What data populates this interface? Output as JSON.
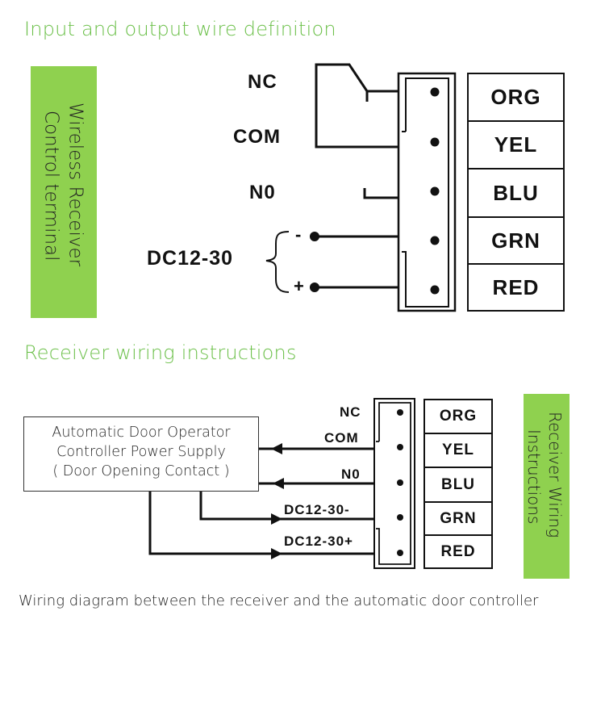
{
  "section1": {
    "heading": "Input and output wire definition",
    "side_label_line1": "Wireless Receiver",
    "side_label_line2": "Control terminal",
    "terminals": [
      {
        "label": "NC",
        "color": "ORG"
      },
      {
        "label": "COM",
        "color": "YEL"
      },
      {
        "label": "N0",
        "color": "BLU"
      },
      {
        "label": "-",
        "color": "GRN"
      },
      {
        "label": "+",
        "color": "RED"
      }
    ],
    "power_label": "DC12-30"
  },
  "section2": {
    "heading": "Receiver wiring instructions",
    "controller_lines": [
      "Automatic Door Operator",
      "Controller Power Supply",
      "( Door Opening Contact )"
    ],
    "terminals": [
      {
        "label": "NC",
        "color": "ORG"
      },
      {
        "label": "COM",
        "color": "YEL"
      },
      {
        "label": "N0",
        "color": "BLU"
      },
      {
        "label": "DC12-30-",
        "color": "GRN"
      },
      {
        "label": "DC12-30+",
        "color": "RED"
      }
    ],
    "side_label_line1": "Receiver Wiring",
    "side_label_line2": "Instructions"
  },
  "caption": "Wiring diagram between the receiver and the automatic door controller",
  "colors": {
    "heading_green": "#6cc04a",
    "box_green": "#8fd14f",
    "line": "#111111"
  }
}
